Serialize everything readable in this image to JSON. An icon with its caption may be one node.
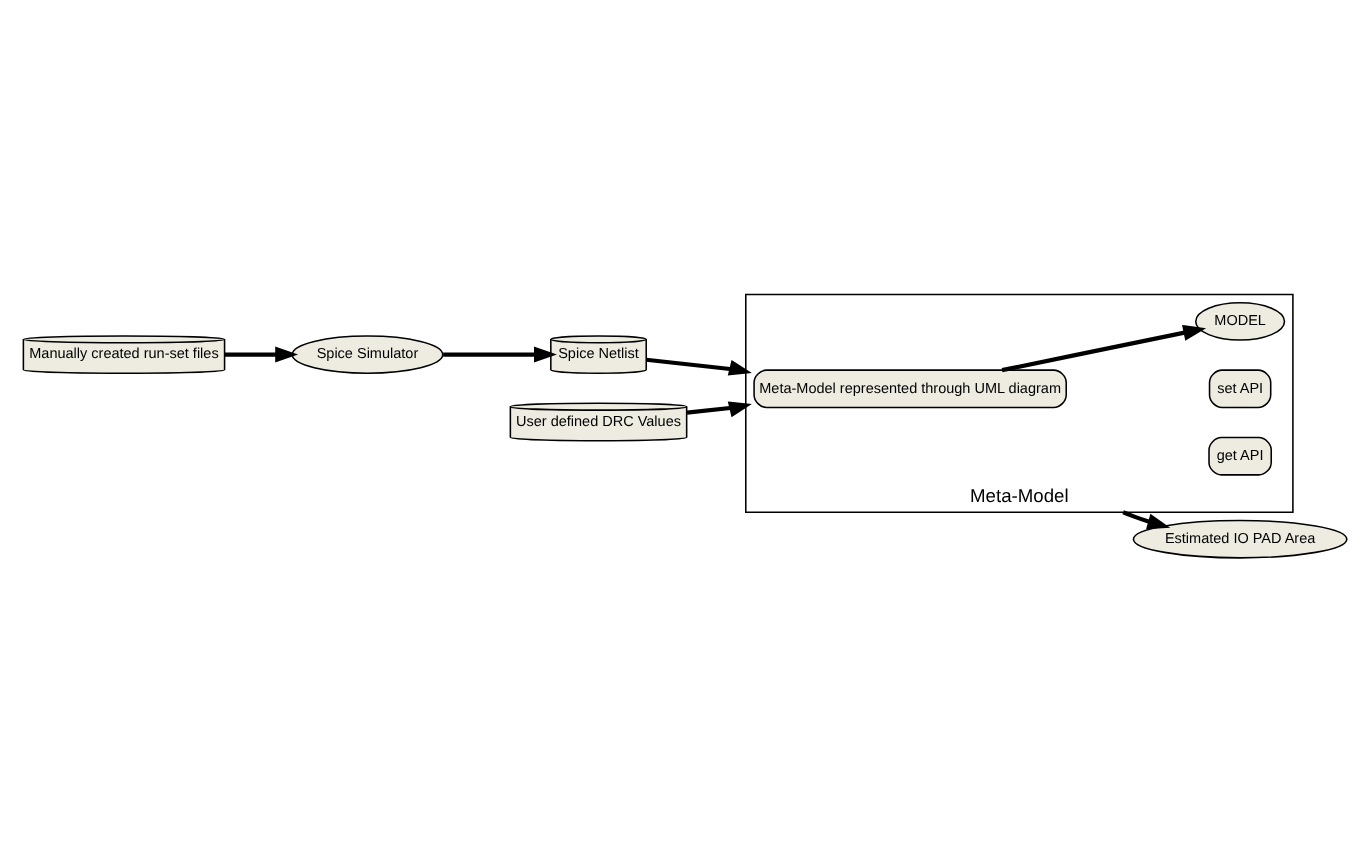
{
  "diagram": {
    "nodes": [
      {
        "text": [
          "Manually created run-set files"
        ]
      },
      {
        "text": [
          "Spice Simulator"
        ]
      },
      {
        "text": [
          "Spice Netlist"
        ]
      },
      {
        "text": [
          "User defined DRC Values"
        ]
      },
      {
        "text": [
          "Meta-Model"
        ]
      },
      {
        "text": [
          "Meta-Model represented through UML diagram"
        ],
        "in": 4
      },
      {
        "text": [
          "set API"
        ],
        "in": 4
      },
      {
        "text": [
          "MODEL"
        ],
        "in": 4
      },
      {
        "text": [
          "get API"
        ],
        "in": 4
      },
      {
        "text": [
          "Estimated IO PAD Area"
        ]
      }
    ],
    "edges": [
      {
        "from": 0,
        "to": 1,
        "arrow": "to"
      },
      {
        "from": 1,
        "to": 2,
        "arrow": "to"
      },
      {
        "from": 2,
        "to": 4,
        "arrow": "to"
      },
      {
        "from": 3,
        "to": 4,
        "arrow": "to"
      },
      {
        "from": 5,
        "to": 7,
        "arrow": "to"
      },
      {
        "from": 4,
        "to": 9,
        "arrow": "to"
      }
    ]
  }
}
